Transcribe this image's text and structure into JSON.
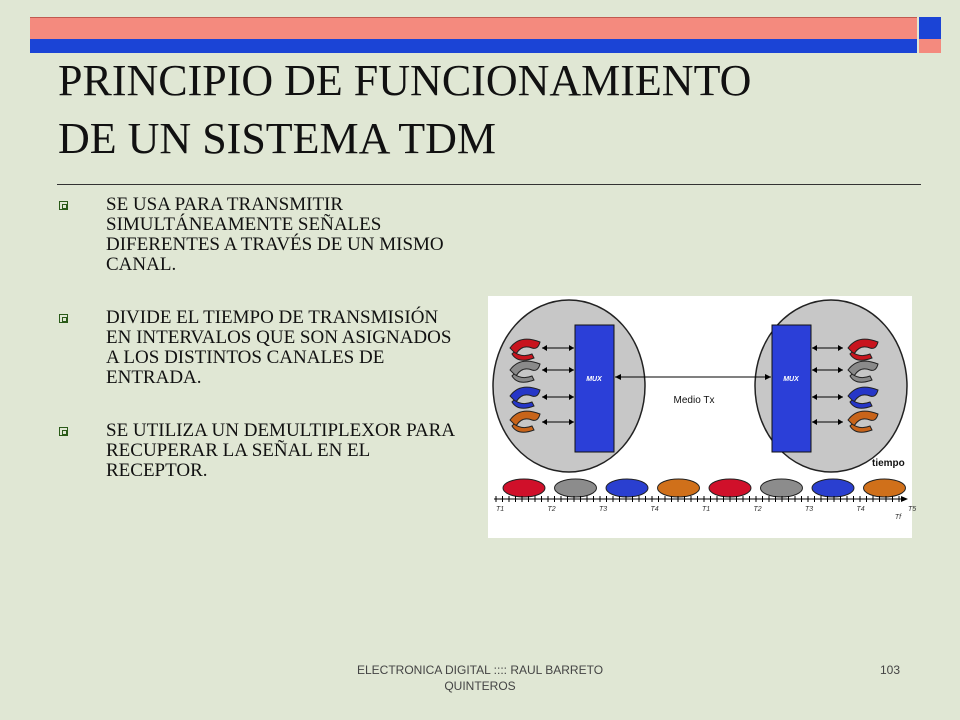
{
  "slide": {
    "title_line1": "PRINCIPIO DE FUNCIONAMIENTO",
    "title_line2": "DE UN SISTEMA TDM",
    "bullets": [
      {
        "text": "SE USA PARA TRANSMITIR SIMULTÁNEAMENTE SEÑALES DIFERENTES A TRAVÉS DE UN MISMO CANAL."
      },
      {
        "text": "DIVIDE EL TIEMPO DE TRANSMISIÓN EN INTERVALOS QUE SON ASIGNADOS A LOS DISTINTOS CANALES DE ENTRADA."
      },
      {
        "text": "SE UTILIZA UN DEMULTIPLEXOR PARA RECUPERAR LA SEÑAL EN EL RECEPTOR."
      }
    ],
    "footer": "ELECTRONICA DIGITAL :::: RAUL BARRETO QUINTEROS",
    "page_number": "103"
  },
  "diagram": {
    "mux_left_label": "MUX",
    "mux_right_label": "MUX",
    "medium_label": "Medio Tx",
    "time_label": "tiempo",
    "slot_labels": [
      "T1",
      "T2",
      "T3",
      "T4",
      "T1",
      "T2",
      "T3",
      "T4",
      "T5"
    ],
    "axis_end_label": "Tf",
    "slot_colors": [
      "#d0102a",
      "#8c8c8c",
      "#2a3fd0",
      "#d0701a",
      "#d0102a",
      "#8c8c8c",
      "#2a3fd0",
      "#d0701a"
    ],
    "phone_colors": [
      "#c8141e",
      "#8a8a8a",
      "#2636c8",
      "#c8641a"
    ],
    "colors": {
      "mux_fill": "#2b3fd8",
      "cell_fill": "#c7c7c7",
      "accent_salmon": "#f48a7e",
      "accent_blue": "#1b44d6"
    }
  }
}
